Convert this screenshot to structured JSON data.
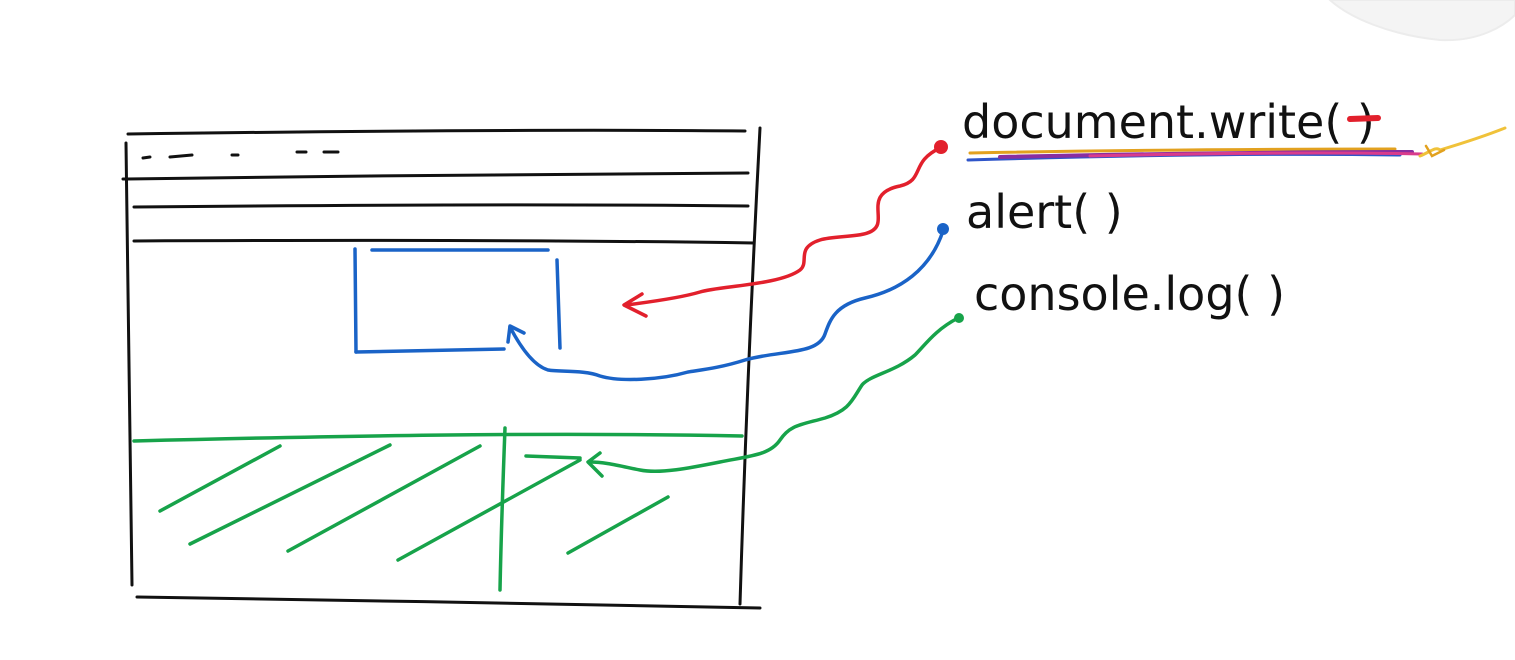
{
  "labels": {
    "document_write": "document.write( )",
    "alert": "alert( )",
    "console_log": "console.log( )"
  },
  "colors": {
    "ink": "#111111",
    "document_write": "#e2202c",
    "alert": "#1a63c7",
    "console_log": "#17a34a",
    "highlight_blue": "#2f55c9",
    "highlight_purple": "#8a2ea0",
    "highlight_pink": "#d93c8c",
    "highlight_orange": "#e2a11f",
    "highlight_yellow": "#f0c23a"
  }
}
